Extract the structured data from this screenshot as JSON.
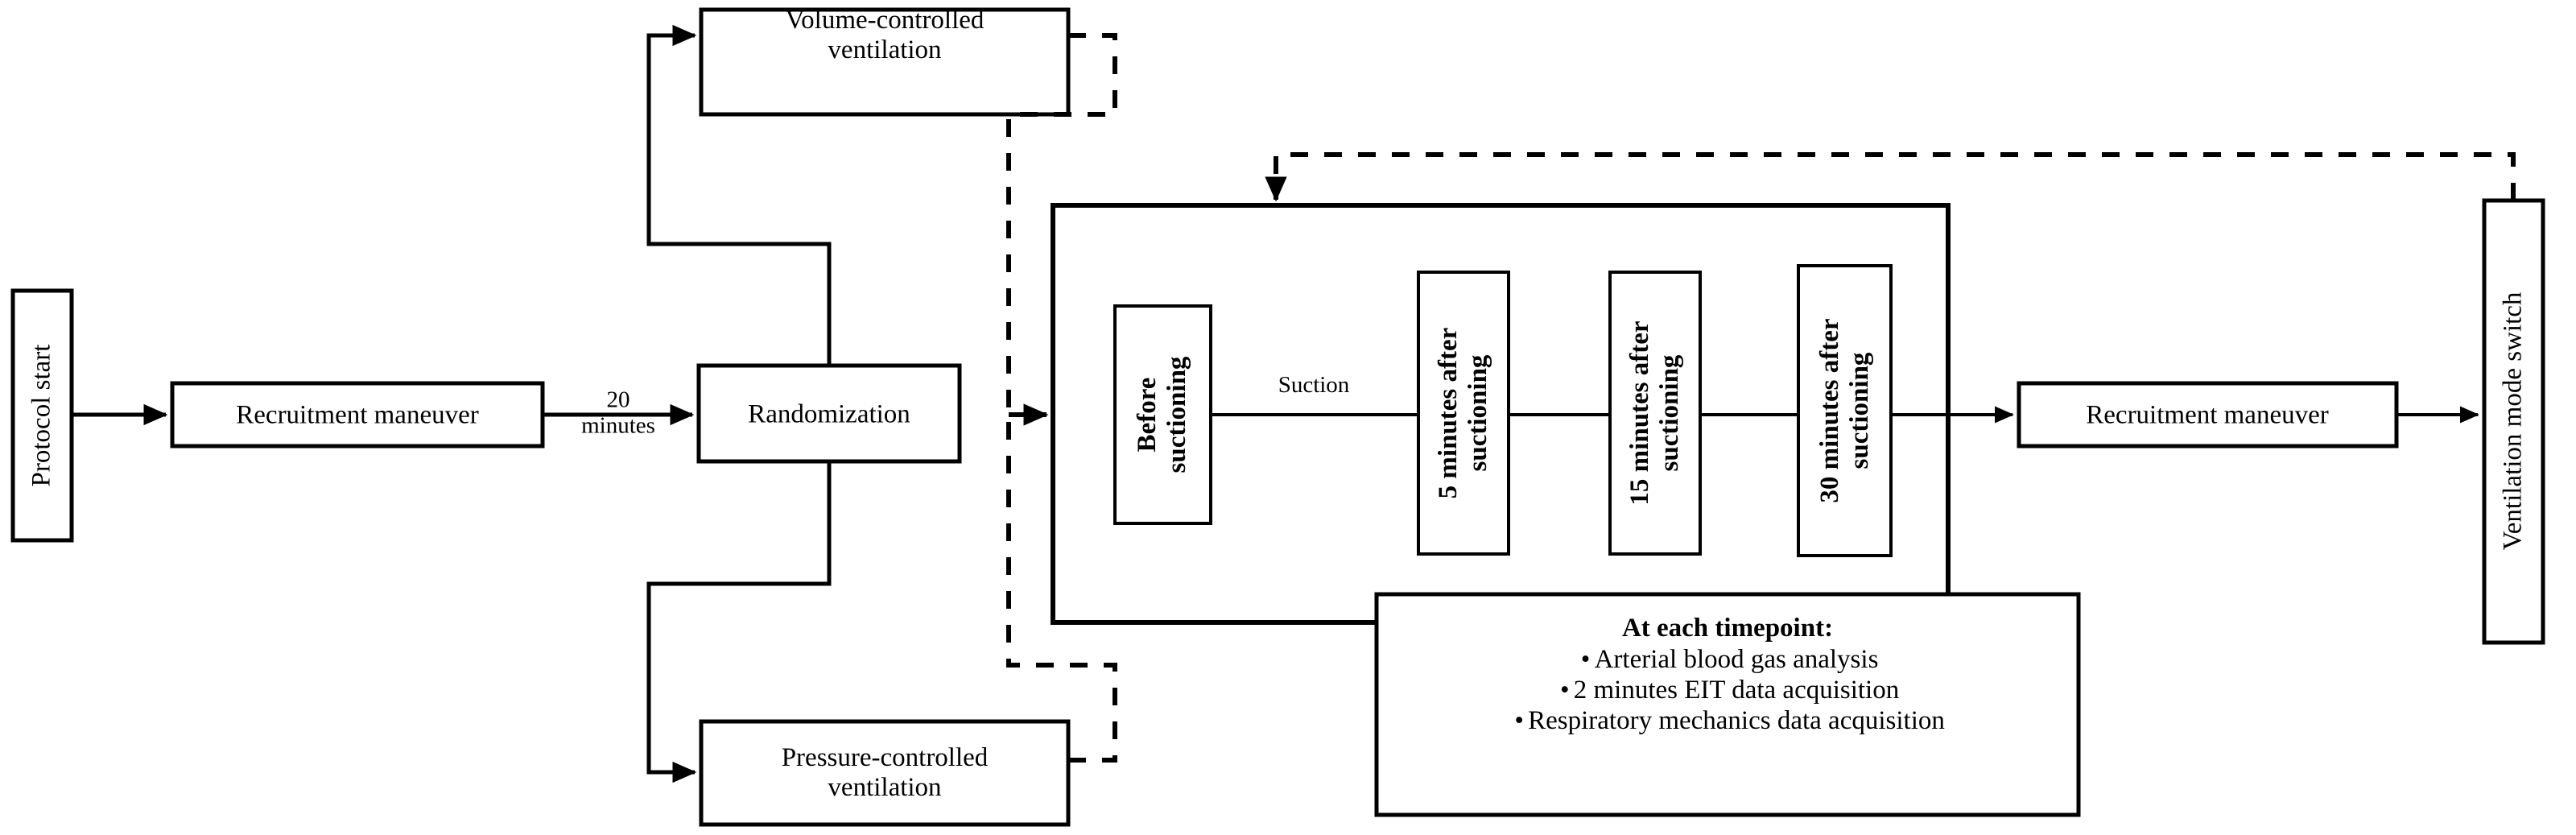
{
  "diagram": {
    "title": "Study protocol flowchart",
    "type": "flowchart",
    "colors": {
      "background": "#ffffff",
      "stroke": "#000000",
      "text": "#000000"
    }
  },
  "nodes": {
    "protocol_start": "Protocol start",
    "recruitment_maneuver_left": "Recruitment maneuver",
    "randomization": "Randomization",
    "volume_controlled": "Volume-controlled\nventilation",
    "pressure_controlled": "Pressure-controlled\nventilation",
    "before_suctioning": "Before\nsuctioning",
    "after_5_min": "5 minutes after\nsuctioning",
    "after_15_min": "15 minutes after\nsuctioning",
    "after_30_min": "30 minutes after\nsuctioning",
    "recruitment_maneuver_right": "Recruitment maneuver",
    "ventilation_mode_switch": "Ventilation mode switch"
  },
  "edge_labels": {
    "twenty_minutes": "20\nminutes",
    "suction": "Suction"
  },
  "timepoint_panel": {
    "heading": "At each timepoint:",
    "bullet_char": "•",
    "items": [
      "Arterial blood gas analysis",
      "2 minutes EIT data acquisition",
      "Respiratory mechanics data acquisition"
    ]
  }
}
